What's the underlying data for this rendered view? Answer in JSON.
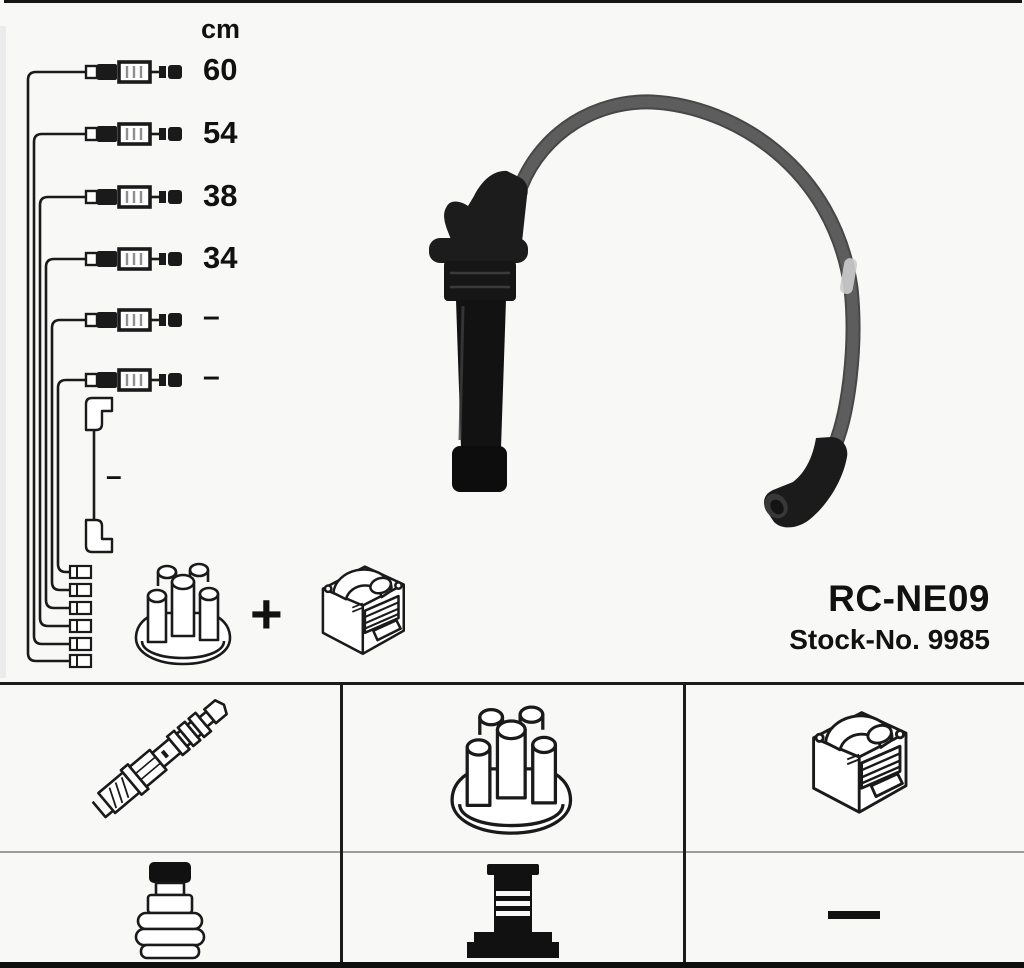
{
  "product": {
    "code": "RC-NE09",
    "stock_text": "Stock-No. 9985"
  },
  "measurements": {
    "unit": "cm",
    "values": [
      "60",
      "54",
      "38",
      "34",
      "–",
      "–"
    ],
    "coil_wire_value": "–"
  },
  "diagram": {
    "plus_sign": "+",
    "parts": [
      "ignition-lead-set",
      "coil-to-distributor-lead",
      "distributor-cap",
      "ignition-coil"
    ]
  },
  "photo": {
    "subject": "spark-plug-lead-with-boots"
  },
  "grid": {
    "row1_icons": [
      "spark-plug",
      "distributor-cap",
      "ignition-coil"
    ],
    "row2_icons": [
      "terminal-nut",
      "coil-connector",
      "dash"
    ]
  },
  "colors": {
    "line_art": "#1a1a1a",
    "photo_black": "#1c1c1c",
    "wire_gray": "#575757",
    "background": "#f8f8f7",
    "grid_line": "#1b1b1b"
  }
}
